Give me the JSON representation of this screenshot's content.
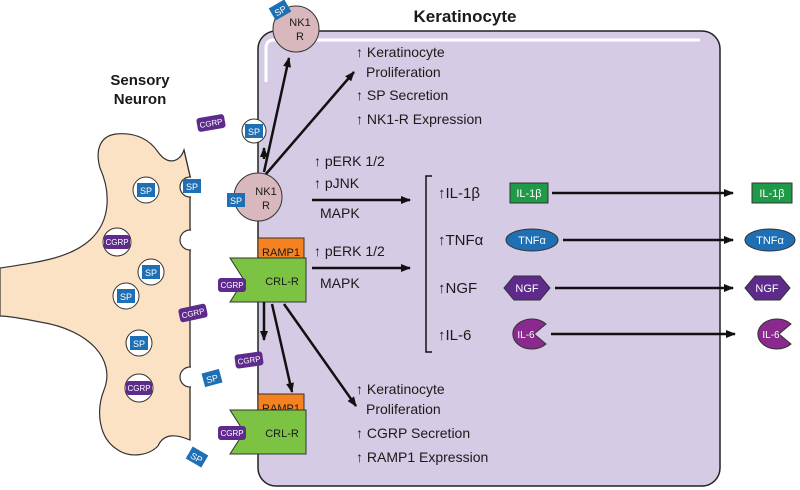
{
  "cell_title": "Keratinocyte",
  "neuron_title": [
    "Sensory",
    "Neuron"
  ],
  "molecules": {
    "sp": "SP",
    "cgrp": "CGRP"
  },
  "receptors": {
    "nk1r": [
      "NK1",
      "R"
    ],
    "ramp1": "RAMP1",
    "crlr": "CRL-R"
  },
  "upward_arrow": "↑",
  "outcomes_top": [
    "Keratinocyte",
    "Proliferation",
    "SP Secretion",
    "NK1-R Expression"
  ],
  "outcomes_bottom": [
    "Keratinocyte",
    "Proliferation",
    "CGRP Secretion",
    "RAMP1 Expression"
  ],
  "signaling": {
    "nk1r": [
      "pERK 1/2",
      "pJNK",
      "MAPK"
    ],
    "crlr": [
      "pERK 1/2",
      "MAPK"
    ]
  },
  "cytokines": [
    {
      "label": "IL-1β",
      "badge": "IL-1β",
      "shape": "rect",
      "color": "#1f9a48"
    },
    {
      "label": "TNFα",
      "badge": "TNFα",
      "shape": "ellipse",
      "color": "#1f6fb5"
    },
    {
      "label": "NGF",
      "badge": "NGF",
      "shape": "hexagon",
      "color": "#5e2b8c"
    },
    {
      "label": "IL-6",
      "badge": "IL-6",
      "shape": "pacman",
      "color": "#8a2a8e"
    }
  ],
  "colors": {
    "cell_fill": "#d6cbe4",
    "neuron_fill": "#fbe2c4",
    "sp_blue": "#1f6fb5",
    "cgrp_purple": "#5e2b8c",
    "nk1r_fill": "#d9b8bd",
    "ramp1_orange": "#f58220",
    "crlr_green": "#7cc243"
  }
}
